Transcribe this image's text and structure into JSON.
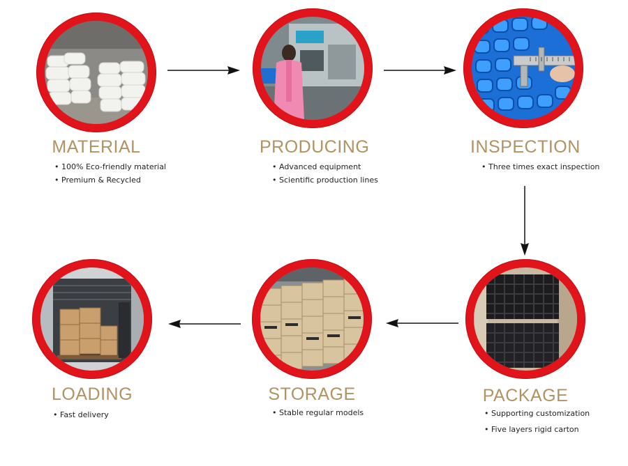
{
  "steps": [
    {
      "title": "MATERIAL",
      "bullets": [
        "100% Eco-friendly material",
        "Premium & Recycled"
      ]
    },
    {
      "title": "PRODUCING",
      "bullets": [
        "Advanced equipment",
        "Scientific production lines"
      ]
    },
    {
      "title": "INSPECTION",
      "bullets": [
        "Three times exact inspection"
      ]
    },
    {
      "title": "PACKAGE",
      "bullets": [
        "Supporting customization",
        "Five layers rigid carton"
      ]
    },
    {
      "title": "STORAGE",
      "bullets": [
        "Stable regular models"
      ]
    },
    {
      "title": "LOADING",
      "bullets": [
        "Fast delivery"
      ]
    }
  ],
  "colors": {
    "ring": "#e2141b",
    "title": "#b09263",
    "arrow": "#111111"
  },
  "icons": [
    "arrow-right-icon",
    "arrow-down-icon",
    "arrow-left-icon"
  ]
}
